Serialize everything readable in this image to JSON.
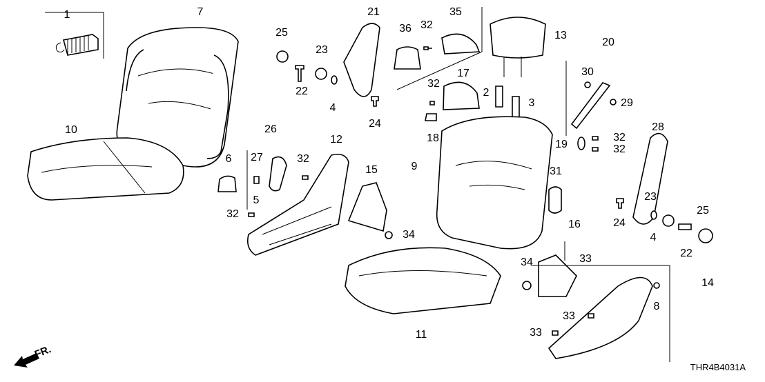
{
  "diagram_code": "THR4B4031A",
  "direction_marker": "FR.",
  "callouts": [
    {
      "id": "c1",
      "text": "1"
    },
    {
      "id": "c7",
      "text": "7"
    },
    {
      "id": "c21",
      "text": "21"
    },
    {
      "id": "c36",
      "text": "36"
    },
    {
      "id": "c32a",
      "text": "32"
    },
    {
      "id": "c35",
      "text": "35"
    },
    {
      "id": "c13",
      "text": "13"
    },
    {
      "id": "c20",
      "text": "20"
    },
    {
      "id": "c25a",
      "text": "25"
    },
    {
      "id": "c23a",
      "text": "23"
    },
    {
      "id": "c22a",
      "text": "22"
    },
    {
      "id": "c4a",
      "text": "4"
    },
    {
      "id": "c24a",
      "text": "24"
    },
    {
      "id": "c30",
      "text": "30"
    },
    {
      "id": "c29",
      "text": "29"
    },
    {
      "id": "c17",
      "text": "17"
    },
    {
      "id": "c32b",
      "text": "32"
    },
    {
      "id": "c2",
      "text": "2"
    },
    {
      "id": "c3",
      "text": "3"
    },
    {
      "id": "c18",
      "text": "18"
    },
    {
      "id": "c10",
      "text": "10"
    },
    {
      "id": "c6",
      "text": "6"
    },
    {
      "id": "c26",
      "text": "26"
    },
    {
      "id": "c27",
      "text": "27"
    },
    {
      "id": "c32c",
      "text": "32"
    },
    {
      "id": "c12",
      "text": "12"
    },
    {
      "id": "c15",
      "text": "15"
    },
    {
      "id": "c9",
      "text": "9"
    },
    {
      "id": "c19",
      "text": "19"
    },
    {
      "id": "c32d",
      "text": "32"
    },
    {
      "id": "c32e",
      "text": "32"
    },
    {
      "id": "c28",
      "text": "28"
    },
    {
      "id": "c5",
      "text": "5"
    },
    {
      "id": "c32f",
      "text": "32"
    },
    {
      "id": "c34a",
      "text": "34"
    },
    {
      "id": "c31",
      "text": "31"
    },
    {
      "id": "c24b",
      "text": "24"
    },
    {
      "id": "c23b",
      "text": "23"
    },
    {
      "id": "c25b",
      "text": "25"
    },
    {
      "id": "c4b",
      "text": "4"
    },
    {
      "id": "c22b",
      "text": "22"
    },
    {
      "id": "c16",
      "text": "16"
    },
    {
      "id": "c34b",
      "text": "34"
    },
    {
      "id": "c33a",
      "text": "33"
    },
    {
      "id": "c11",
      "text": "11"
    },
    {
      "id": "c14",
      "text": "14"
    },
    {
      "id": "c8",
      "text": "8"
    },
    {
      "id": "c33b",
      "text": "33"
    },
    {
      "id": "c33c",
      "text": "33"
    }
  ]
}
